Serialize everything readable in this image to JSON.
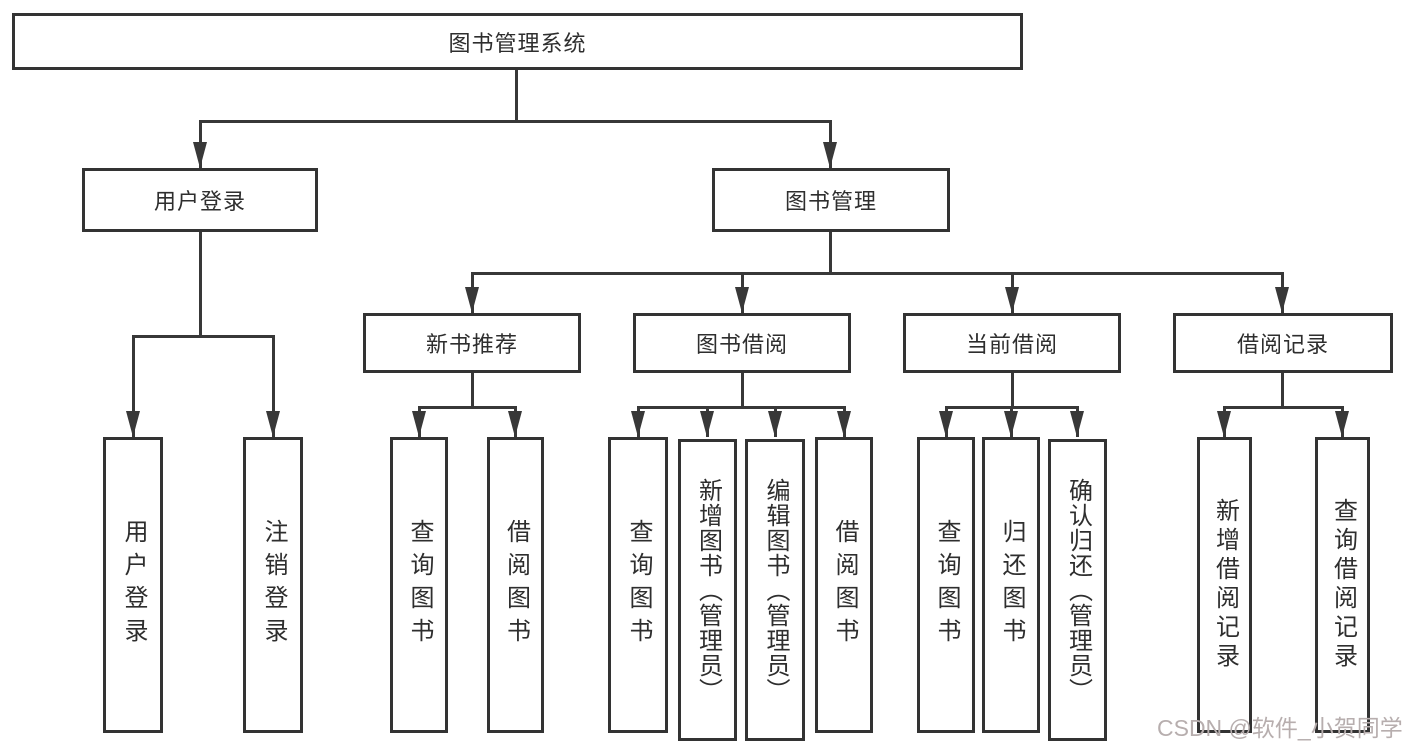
{
  "diagram_title": "图书管理系统",
  "nodes": [
    {
      "id": "root",
      "label": "图书管理系统",
      "parent": null
    },
    {
      "id": "user-login",
      "label": "用户登录",
      "parent": "root"
    },
    {
      "id": "book-management",
      "label": "图书管理",
      "parent": "root"
    },
    {
      "id": "new-book-recommend",
      "label": "新书推荐",
      "parent": "book-management"
    },
    {
      "id": "book-borrow",
      "label": "图书借阅",
      "parent": "book-management"
    },
    {
      "id": "current-borrow",
      "label": "当前借阅",
      "parent": "book-management"
    },
    {
      "id": "borrow-records",
      "label": "借阅记录",
      "parent": "book-management"
    },
    {
      "id": "leaf-user-login",
      "label": "用户登录",
      "parent": "user-login"
    },
    {
      "id": "leaf-logout",
      "label": "注销登录",
      "parent": "user-login"
    },
    {
      "id": "leaf-query-books-rec",
      "label": "查询图书",
      "parent": "new-book-recommend"
    },
    {
      "id": "leaf-borrow-books-rec",
      "label": "借阅图书",
      "parent": "new-book-recommend"
    },
    {
      "id": "leaf-query-books-borrow",
      "label": "查询图书",
      "parent": "book-borrow"
    },
    {
      "id": "leaf-add-books-admin",
      "label": "新增图书（管理员）",
      "parent": "book-borrow"
    },
    {
      "id": "leaf-edit-books-admin",
      "label": "编辑图书（管理员）",
      "parent": "book-borrow"
    },
    {
      "id": "leaf-borrow-books",
      "label": "借阅图书",
      "parent": "book-borrow"
    },
    {
      "id": "leaf-query-books-current",
      "label": "查询图书",
      "parent": "current-borrow"
    },
    {
      "id": "leaf-return-books",
      "label": "归还图书",
      "parent": "current-borrow"
    },
    {
      "id": "leaf-confirm-return-admin",
      "label": "确认归还（管理员）",
      "parent": "current-borrow"
    },
    {
      "id": "leaf-add-borrow-record",
      "label": "新增借阅记录",
      "parent": "borrow-records"
    },
    {
      "id": "leaf-query-borrow-record",
      "label": "查询借阅记录",
      "parent": "borrow-records"
    }
  ],
  "watermark": {
    "text": "CSDN @软件_小贺同学"
  },
  "colors": {
    "line": "#383838",
    "box_border": "#333333",
    "text": "#2e2e2e",
    "watermark": "#b7aeae",
    "background": "#ffffff"
  }
}
